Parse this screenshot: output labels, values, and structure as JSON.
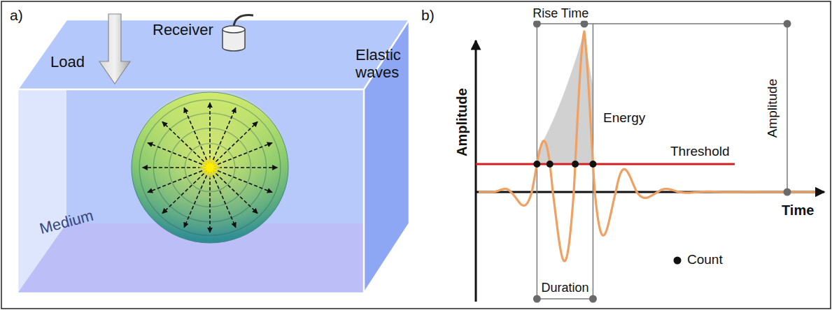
{
  "diagram": {
    "labels": [
      "a)",
      "Load",
      "Receiver",
      "Elastic waves",
      "Medium",
      "b)",
      "Rise Time",
      "Energy",
      "Threshold",
      "Amplitude",
      "Amplitude",
      "Time",
      "Duration"
    ],
    "legend": [
      {
        "text": "Count"
      }
    ]
  }
}
